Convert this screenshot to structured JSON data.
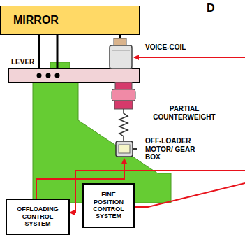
{
  "diagram": {
    "nodes": [
      {
        "text": [
          "MIRROR"
        ]
      },
      {
        "text": [
          "OFFLOADING CONTROL SYSTEM"
        ]
      },
      {
        "text": [
          "FINE POSITION CONTROL SYSTEM"
        ]
      }
    ],
    "labels": [
      "D",
      "LEVER",
      "VOICE-COIL",
      "PARTIAL COUNTERWEIGHT",
      "OFF-LOADER MOTOR/ GEAR BOX"
    ]
  }
}
